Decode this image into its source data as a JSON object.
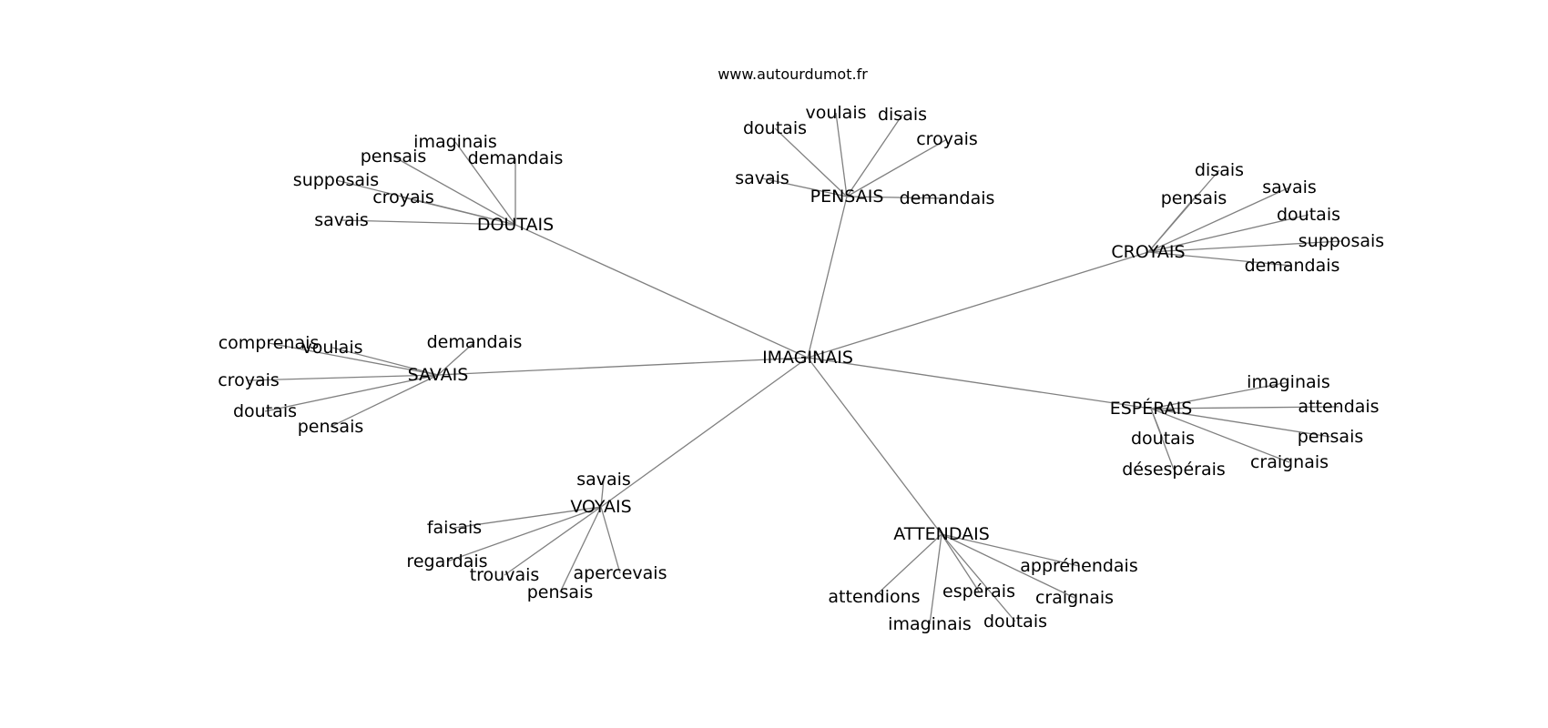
{
  "source": "www.autourdumot.fr",
  "center": "IMAGINAIS",
  "clusters": [
    {
      "id": "doutais",
      "label": "DOUTAIS",
      "words": [
        "imaginais",
        "pensais",
        "demandais",
        "supposais",
        "croyais",
        "savais"
      ]
    },
    {
      "id": "pensais",
      "label": "PENSAIS",
      "words": [
        "voulais",
        "disais",
        "croyais",
        "doutais",
        "savais",
        "demandais"
      ]
    },
    {
      "id": "croyais",
      "label": "CROYAIS",
      "words": [
        "disais",
        "savais",
        "pensais",
        "doutais",
        "supposais",
        "demandais"
      ]
    },
    {
      "id": "savais",
      "label": "SAVAIS",
      "words": [
        "comprenais",
        "voulais",
        "demandais",
        "croyais",
        "doutais",
        "pensais"
      ]
    },
    {
      "id": "esperais",
      "label": "ESPÉRAIS",
      "words": [
        "imaginais",
        "attendais",
        "doutais",
        "pensais",
        "craignais",
        "désespérais"
      ]
    },
    {
      "id": "voyais",
      "label": "VOYAIS",
      "words": [
        "savais",
        "faisais",
        "regardais",
        "trouvais",
        "apercevais",
        "pensais"
      ]
    },
    {
      "id": "attendais",
      "label": "ATTENDAIS",
      "words": [
        "appréhendais",
        "espérais",
        "craignais",
        "attendions",
        "imaginais",
        "doutais"
      ]
    }
  ]
}
